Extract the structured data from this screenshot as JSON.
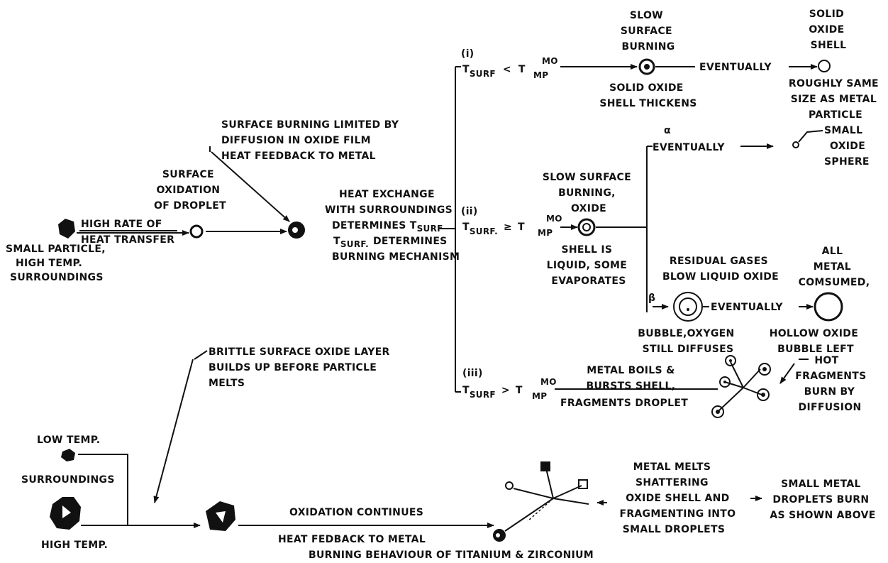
{
  "caption": "BURNING BEHAVIOUR OF TITANIUM & ZIRCONIUM",
  "start": {
    "small_particle": [
      "SMALL PARTICLE,",
      "HIGH TEMP.",
      "SURROUNDINGS"
    ],
    "high_rate": [
      "HIGH RATE OF",
      "HEAT TRANSFER"
    ],
    "surface_oxidation": [
      "SURFACE",
      "OXIDATION",
      "OF DROPLET"
    ],
    "surface_burning": [
      "SURFACE BURNING LIMITED BY",
      "DIFFUSION IN OXIDE FILM",
      "HEAT FEEDBACK TO METAL"
    ],
    "heat_exchange": [
      "HEAT EXCHANGE",
      "WITH SURROUNDINGS",
      "DETERMINES T",
      "T",
      "DETERMINES",
      "BURNING MECHANISM"
    ],
    "tsurf_sub": "SURF",
    "tsurf_sub2": "SURF."
  },
  "case_i": {
    "num": "(i)",
    "cond": "T",
    "cond_sub": "SURF",
    "op": "<",
    "rhs": "T",
    "rhs_sup": "MO",
    "rhs_sub": "MP",
    "top": [
      "SLOW",
      "SURFACE",
      "BURNING"
    ],
    "below": [
      "SOLID OXIDE",
      "SHELL THICKENS"
    ],
    "eventually": "EVENTUALLY",
    "result_top": [
      "SOLID",
      "OXIDE",
      "SHELL"
    ],
    "result_below": [
      "ROUGHLY SAME",
      "SIZE AS METAL",
      "PARTICLE"
    ]
  },
  "case_ii": {
    "num": "(ii)",
    "cond": "T",
    "cond_sub": "SURF.",
    "op": "≥",
    "rhs": "T",
    "rhs_sup": "MO",
    "rhs_sub": "MP",
    "top": [
      "SLOW SURFACE",
      "BURNING,",
      "OXIDE"
    ],
    "below": [
      "SHELL IS",
      "LIQUID, SOME",
      "EVAPORATES"
    ],
    "alpha": "α",
    "alpha_eventually": "EVENTUALLY",
    "alpha_result": [
      "SMALL",
      "OXIDE",
      "SPHERE"
    ],
    "beta": "β",
    "beta_top": [
      "RESIDUAL GASES",
      "BLOW LIQUID OXIDE"
    ],
    "beta_eventually": "EVENTUALLY",
    "beta_result_top": [
      "ALL",
      "METAL",
      "COMSUMED,"
    ],
    "beta_below": [
      "BUBBLE,OXYGEN",
      "STILL DIFFUSES"
    ],
    "beta_result_below": [
      "HOLLOW OXIDE",
      "BUBBLE LEFT"
    ]
  },
  "case_iii": {
    "num": "(iii)",
    "cond": "T",
    "cond_sub": "SURF",
    "op": ">",
    "rhs": "T",
    "rhs_sup": "MO",
    "rhs_sub": "MP",
    "text": [
      "METAL BOILS &",
      "BURSTS SHELL,",
      "FRAGMENTS DROPLET"
    ],
    "result": [
      "HOT",
      "FRAGMENTS",
      "BURN BY",
      "DIFFUSION"
    ]
  },
  "lower": {
    "brittle": [
      "BRITTLE SURFACE OXIDE LAYER",
      "BUILDS UP BEFORE PARTICLE",
      "MELTS"
    ],
    "low_temp": "LOW TEMP.",
    "surroundings": "SURROUNDINGS",
    "high_temp": "HIGH TEMP.",
    "oxidation": "OXIDATION CONTINUES",
    "feedback": "HEAT FEDBACK TO METAL",
    "melts": [
      "METAL MELTS",
      "SHATTERING",
      "OXIDE SHELL AND",
      "FRAGMENTING INTO",
      "SMALL DROPLETS"
    ],
    "small_metal": [
      "SMALL METAL",
      "DROPLETS BURN",
      "AS SHOWN ABOVE"
    ]
  }
}
